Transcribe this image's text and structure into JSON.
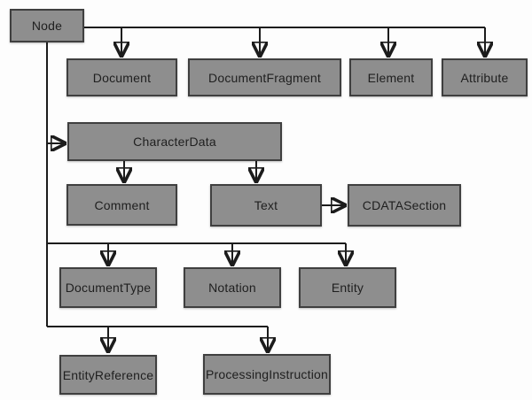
{
  "diagram": {
    "type": "tree-diagram",
    "subject": "DOM Node type hierarchy",
    "colors": {
      "box_fill": "#8e8e8e",
      "box_border": "#3f3f3f",
      "connector_line": "#1c1c1c",
      "label_text": "#1f1f1f",
      "background": "#fdfdfd"
    },
    "nodes": {
      "node": {
        "label": "Node"
      },
      "document": {
        "label": "Document"
      },
      "document_fragment": {
        "label": "DocumentFragment"
      },
      "element": {
        "label": "Element"
      },
      "attribute": {
        "label": "Attribute"
      },
      "character_data": {
        "label": "CharacterData"
      },
      "comment": {
        "label": "Comment"
      },
      "text": {
        "label": "Text"
      },
      "cdata_section": {
        "label": "CDATASection"
      },
      "document_type": {
        "label": "DocumentType"
      },
      "notation": {
        "label": "Notation"
      },
      "entity": {
        "label": "Entity"
      },
      "entity_reference": {
        "label": "EntityReference"
      },
      "processing_instruction": {
        "label": "ProcessingInstruction"
      }
    },
    "edges": [
      {
        "from": "Node",
        "to": "Document"
      },
      {
        "from": "Node",
        "to": "DocumentFragment"
      },
      {
        "from": "Node",
        "to": "Element"
      },
      {
        "from": "Node",
        "to": "Attribute"
      },
      {
        "from": "Node",
        "to": "CharacterData"
      },
      {
        "from": "CharacterData",
        "to": "Comment"
      },
      {
        "from": "CharacterData",
        "to": "Text"
      },
      {
        "from": "Text",
        "to": "CDATASection"
      },
      {
        "from": "Node",
        "to": "DocumentType"
      },
      {
        "from": "Node",
        "to": "Notation"
      },
      {
        "from": "Node",
        "to": "Entity"
      },
      {
        "from": "Node",
        "to": "EntityReference"
      },
      {
        "from": "Node",
        "to": "ProcessingInstruction"
      }
    ]
  }
}
